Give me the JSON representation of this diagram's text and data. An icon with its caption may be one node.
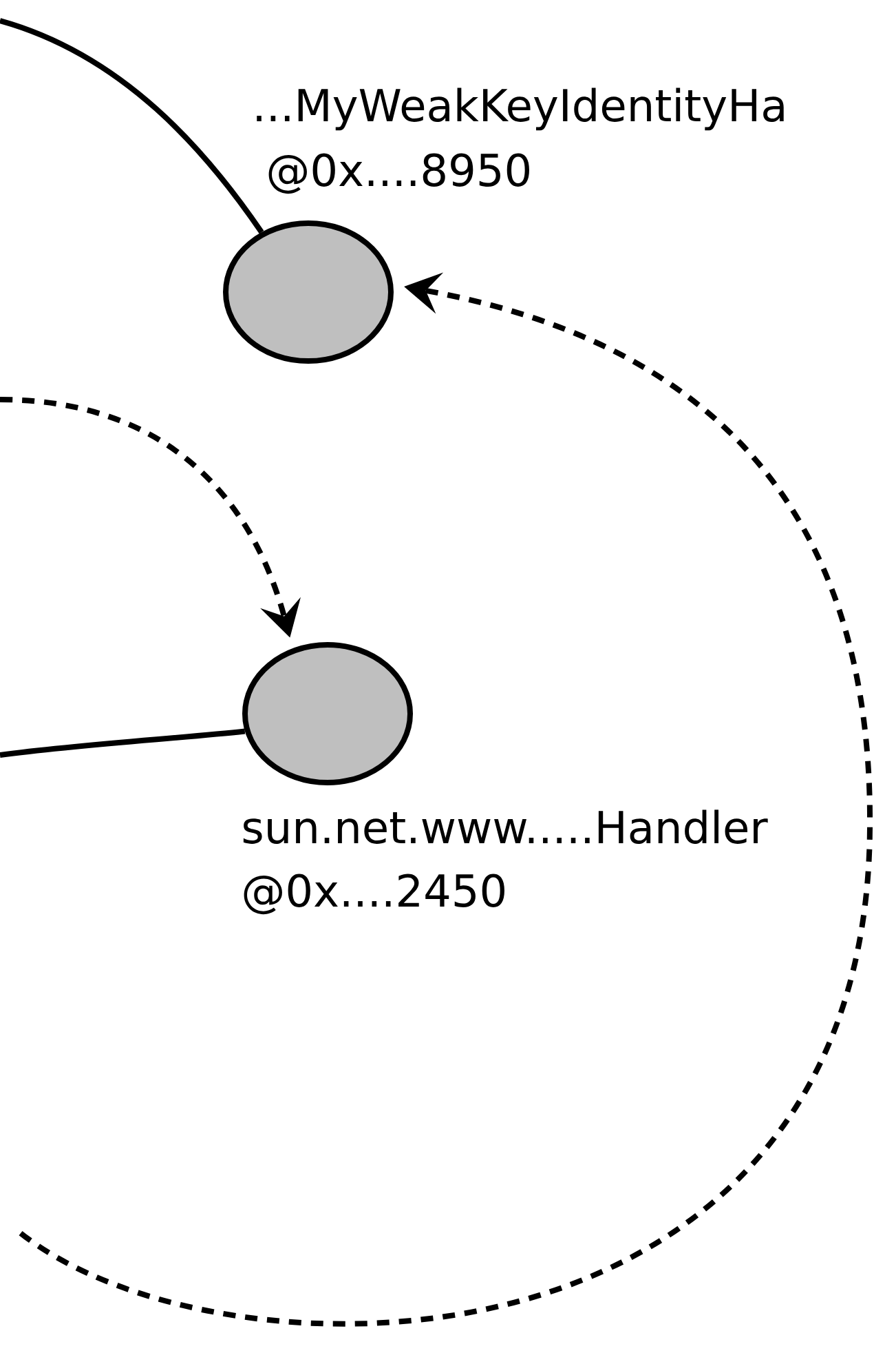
{
  "diagram": {
    "nodes": [
      {
        "text": [],
        "shape": "circle",
        "beside": [
          "...MyWeakKeyIdentityHa",
          "@0x....8950"
        ]
      },
      {
        "text": [],
        "shape": "circle",
        "beside": [
          "sun.net.www.....Handler",
          "@0x....2450"
        ]
      }
    ],
    "edges": [
      {
        "from": null,
        "to": 0,
        "arrow": "none"
      },
      {
        "from": null,
        "to": 1,
        "arrow": "none"
      },
      {
        "from": null,
        "to": 1,
        "arrow": "to",
        "style": "dashed"
      },
      {
        "from": null,
        "to": 0,
        "arrow": "to",
        "style": "dashed"
      }
    ]
  }
}
